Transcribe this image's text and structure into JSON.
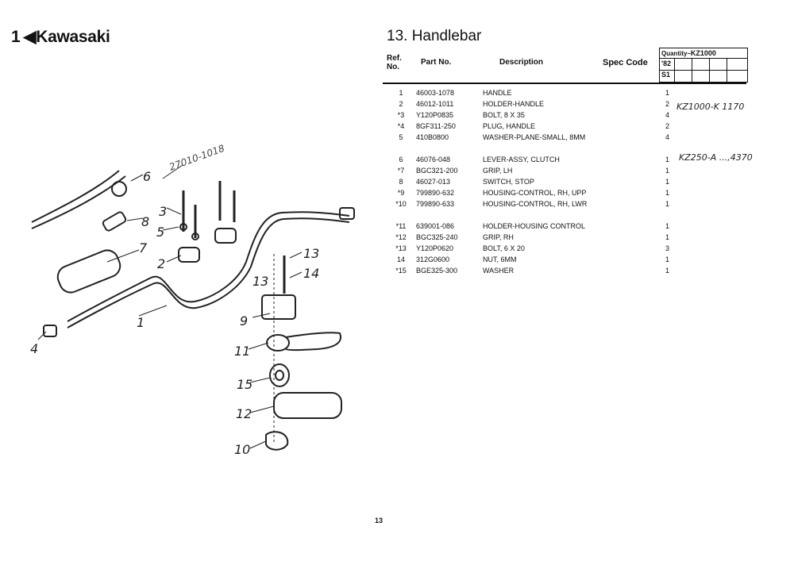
{
  "header": {
    "brand_mark": "1",
    "brand": "Kawasaki",
    "title": "13.   Handlebar"
  },
  "table_header": {
    "ref_no": "Ref. No.",
    "part_no": "Part  No.",
    "description": "Description",
    "spec_code": "Spec Code",
    "quantity_label": "Quantity–",
    "model": "KZ1000",
    "years": [
      "'82",
      "S1"
    ]
  },
  "parts": [
    {
      "ref": "1",
      "part_no": "46003-1078",
      "description": "HANDLE",
      "qty": "1"
    },
    {
      "ref": "2",
      "part_no": "46012-1011",
      "description": "HOLDER-HANDLE",
      "qty": "2"
    },
    {
      "ref": "*3",
      "part_no": "Y120P0835",
      "description": "BOLT, 8 X 35",
      "qty": "4"
    },
    {
      "ref": "*4",
      "part_no": "8GF311-250",
      "description": "PLUG, HANDLE",
      "qty": "2"
    },
    {
      "ref": "5",
      "part_no": "410B0800",
      "description": "WASHER-PLANE-SMALL, 8MM",
      "qty": "4"
    },
    {
      "ref": "6",
      "part_no": "46076-048",
      "description": "LEVER-ASSY, CLUTCH",
      "qty": "1"
    },
    {
      "ref": "*7",
      "part_no": "BGC321-200",
      "description": "GRIP, LH",
      "qty": "1"
    },
    {
      "ref": "8",
      "part_no": "46027-013",
      "description": "SWITCH, STOP",
      "qty": "1"
    },
    {
      "ref": "*9",
      "part_no": "799890-632",
      "description": "HOUSING-CONTROL, RH, UPP",
      "qty": "1"
    },
    {
      "ref": "*10",
      "part_no": "799890-633",
      "description": "HOUSING-CONTROL, RH, LWR",
      "qty": "1"
    },
    {
      "ref": "*11",
      "part_no": "639001-086",
      "description": "HOLDER-HOUSING CONTROL",
      "qty": "1"
    },
    {
      "ref": "*12",
      "part_no": "BGC325-240",
      "description": "GRIP, RH",
      "qty": "1"
    },
    {
      "ref": "*13",
      "part_no": "Y120P0620",
      "description": "BOLT, 6 X 20",
      "qty": "3"
    },
    {
      "ref": "14",
      "part_no": "312G0600",
      "description": "NUT, 6MM",
      "qty": "1"
    },
    {
      "ref": "*15",
      "part_no": "BGE325-300",
      "description": "WASHER",
      "qty": "1"
    }
  ],
  "handwritten": {
    "note_row2": "KZ1000-K 1170",
    "note_row6": "KZ250-A ...,4370",
    "diagram_note": "27010-1018"
  },
  "diagram_labels": {
    "l1": "1",
    "l2": "2",
    "l3": "3",
    "l4": "4",
    "l5": "5",
    "l6": "6",
    "l7": "7",
    "l8": "8",
    "l9": "9",
    "l10": "10",
    "l11": "11",
    "l12": "12",
    "l13a": "13",
    "l13b": "13",
    "l14": "14",
    "l15": "15"
  },
  "page_number": "13"
}
